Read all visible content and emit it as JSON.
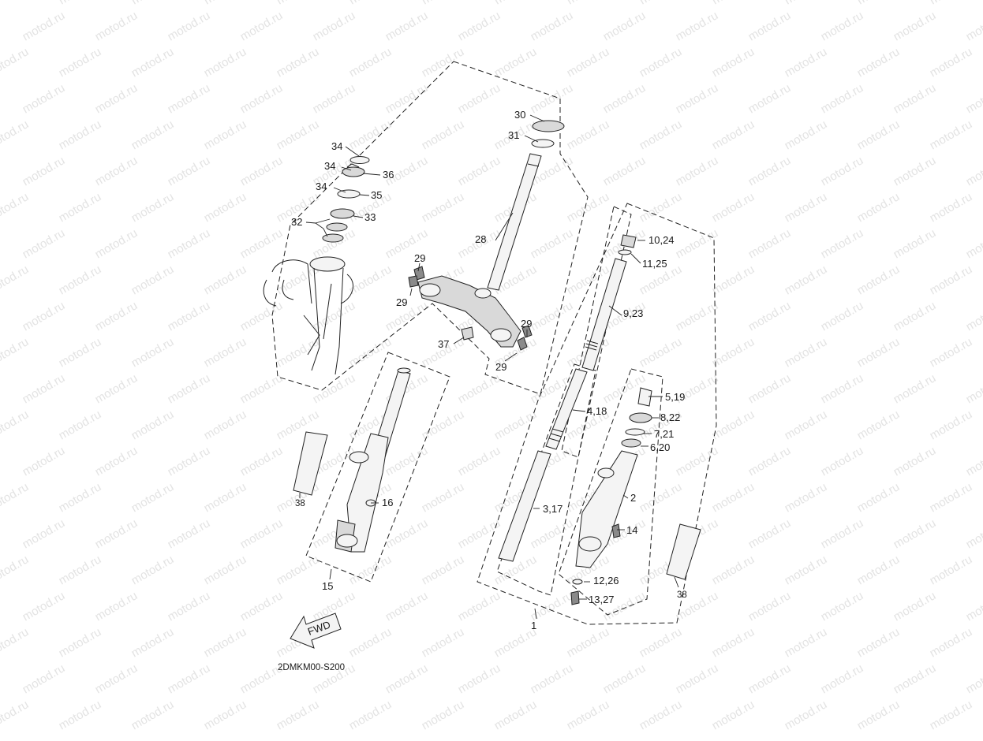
{
  "watermark": "motod.ru",
  "diagram_code": "2DMKM00-S200",
  "fwd_label": "FWD",
  "callouts": {
    "c1": "1",
    "c2": "2",
    "c3_17": "3,17",
    "c4_18": "4,18",
    "c5_19": "5,19",
    "c6_20": "6,20",
    "c7_21": "7,21",
    "c8_22": "8,22",
    "c9_23": "9,23",
    "c10_24": "10,24",
    "c11_25": "11,25",
    "c12_26": "12,26",
    "c13_27": "13,27",
    "c14": "14",
    "c15": "15",
    "c16": "16",
    "c28": "28",
    "c29a": "29",
    "c29b": "29",
    "c29c": "29",
    "c29d": "29",
    "c30": "30",
    "c31": "31",
    "c32": "32",
    "c33": "33",
    "c34a": "34",
    "c34b": "34",
    "c34c": "34",
    "c35": "35",
    "c36": "36",
    "c37": "37",
    "c38a": "38",
    "c38b": "38"
  }
}
